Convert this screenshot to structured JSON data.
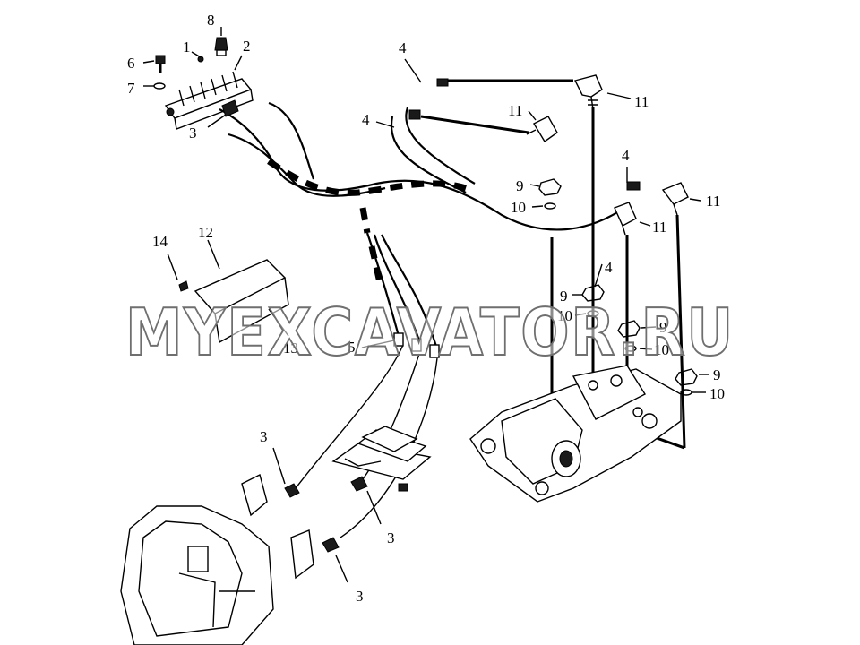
{
  "watermark": "MYEXCAVATOR.RU",
  "callouts": [
    "1",
    "2",
    "3",
    "3",
    "3",
    "3",
    "4",
    "4",
    "4",
    "4",
    "5",
    "6",
    "7",
    "8",
    "9",
    "9",
    "9",
    "9",
    "10",
    "10",
    "10",
    "10",
    "11",
    "11",
    "11",
    "11",
    "12",
    "13",
    "14"
  ]
}
